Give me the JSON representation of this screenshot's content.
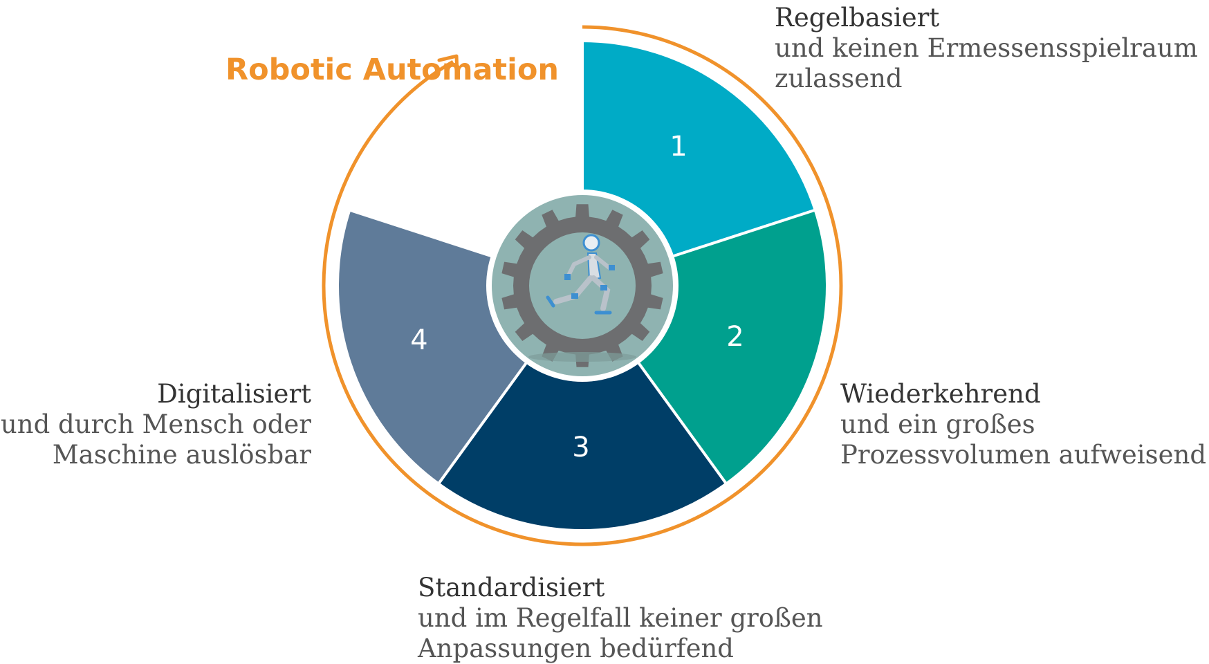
{
  "title": "Robotic Automation",
  "colors": {
    "orange": "#f0922b",
    "segment1": "#00abc6",
    "segment2": "#00a08e",
    "segment3": "#003e67",
    "segment4": "#5f7b99",
    "hub": "#8fb3b1",
    "gear": "#6d6e70"
  },
  "segments": [
    {
      "number": "1",
      "title": "Regelbasiert",
      "lines": [
        "und keinen Ermessensspielraum",
        "zulassend"
      ]
    },
    {
      "number": "2",
      "title": "Wiederkehrend",
      "lines": [
        "und ein großes",
        "Prozessvolumen aufweisend"
      ]
    },
    {
      "number": "3",
      "title": "Standardisiert",
      "lines": [
        "und im Regelfall keiner großen",
        "Anpassungen bedürfend"
      ]
    },
    {
      "number": "4",
      "title": "Digitalisiert",
      "lines": [
        "und durch Mensch oder",
        "Maschine auslösbar"
      ]
    }
  ],
  "hub_icon": "gear-with-running-robot-icon"
}
